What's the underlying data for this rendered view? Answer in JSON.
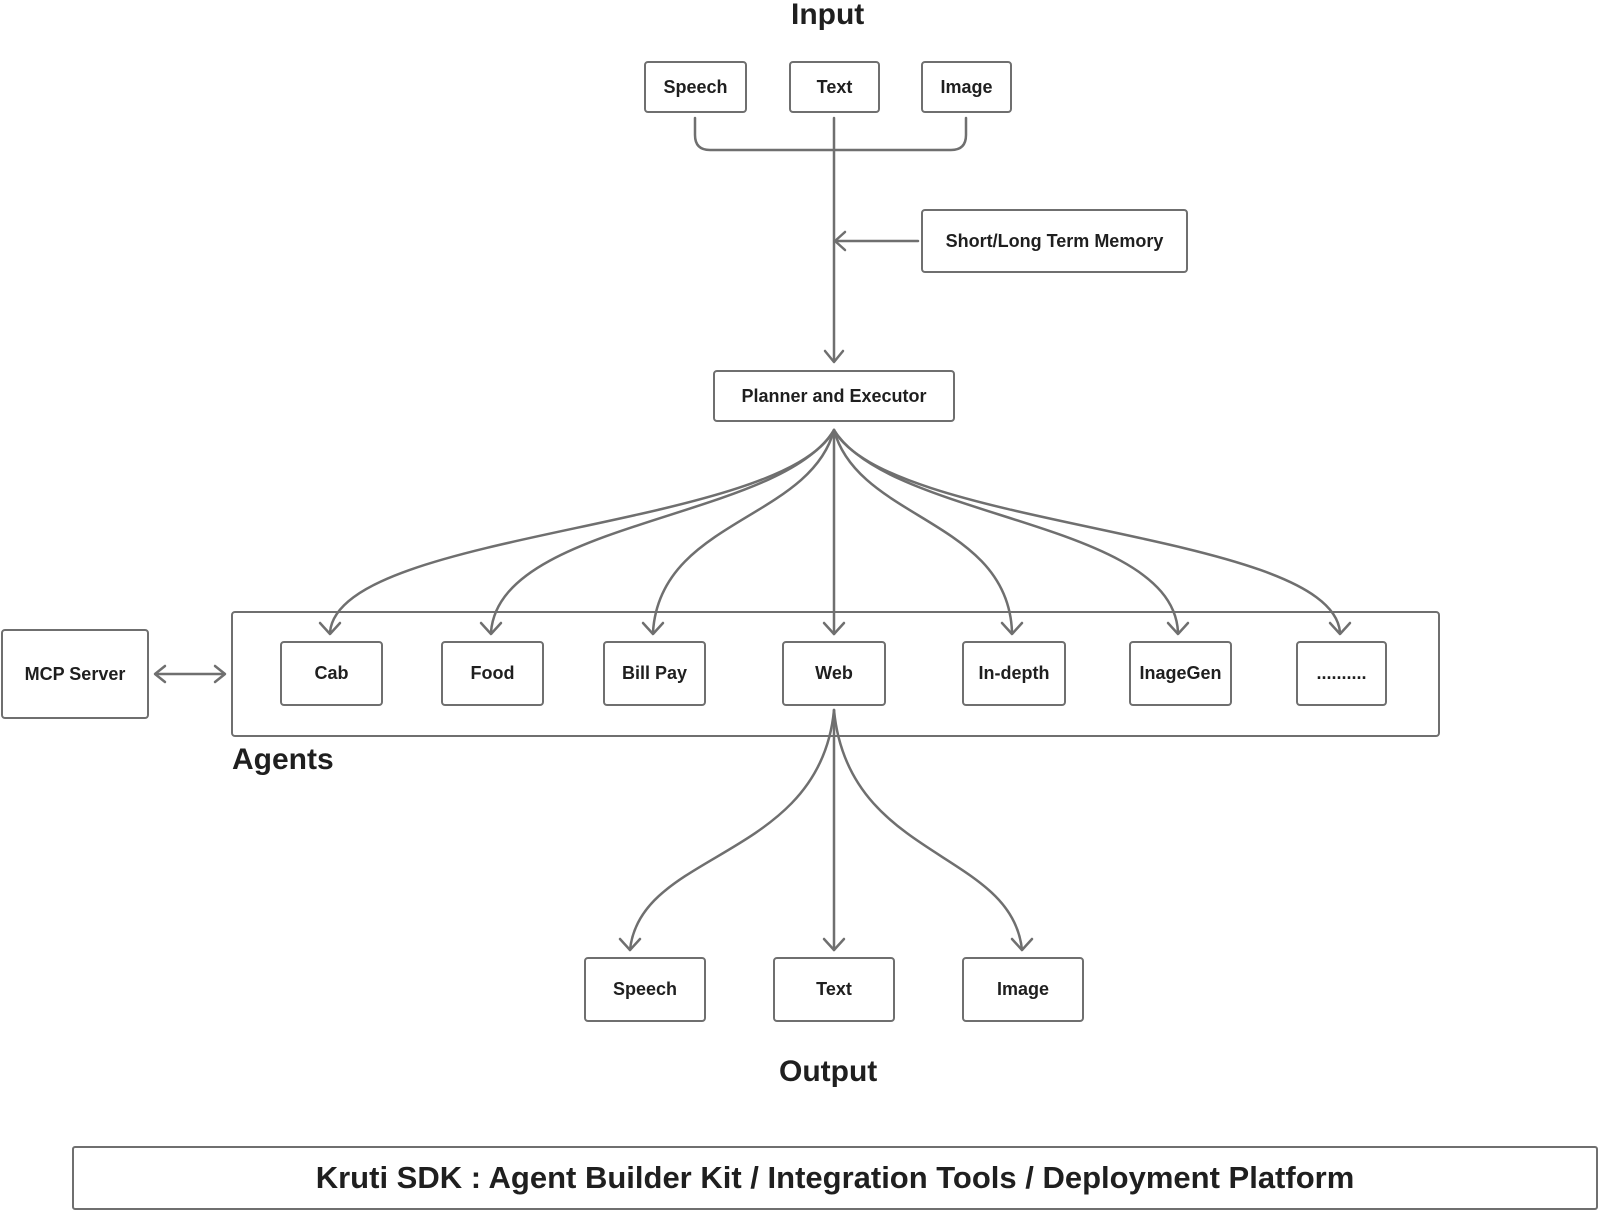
{
  "headings": {
    "input": "Input",
    "agents": "Agents",
    "output": "Output"
  },
  "inputs": {
    "speech": "Speech",
    "text": "Text",
    "image": "Image"
  },
  "memory": "Short/Long Term Memory",
  "planner": "Planner and Executor",
  "mcp_server": "MCP Server",
  "agents": {
    "cab": "Cab",
    "food": "Food",
    "bill_pay": "Bill Pay",
    "web": "Web",
    "in_depth": "In-depth",
    "inagegen": "InageGen",
    "more": ".........."
  },
  "outputs": {
    "speech": "Speech",
    "text": "Text",
    "image": "Image"
  },
  "footer": "Kruti SDK : Agent Builder Kit / Integration Tools / Deployment Platform",
  "colors": {
    "line": "#6f6f6f",
    "text": "#1f1f1f",
    "background": "#ffffff"
  }
}
